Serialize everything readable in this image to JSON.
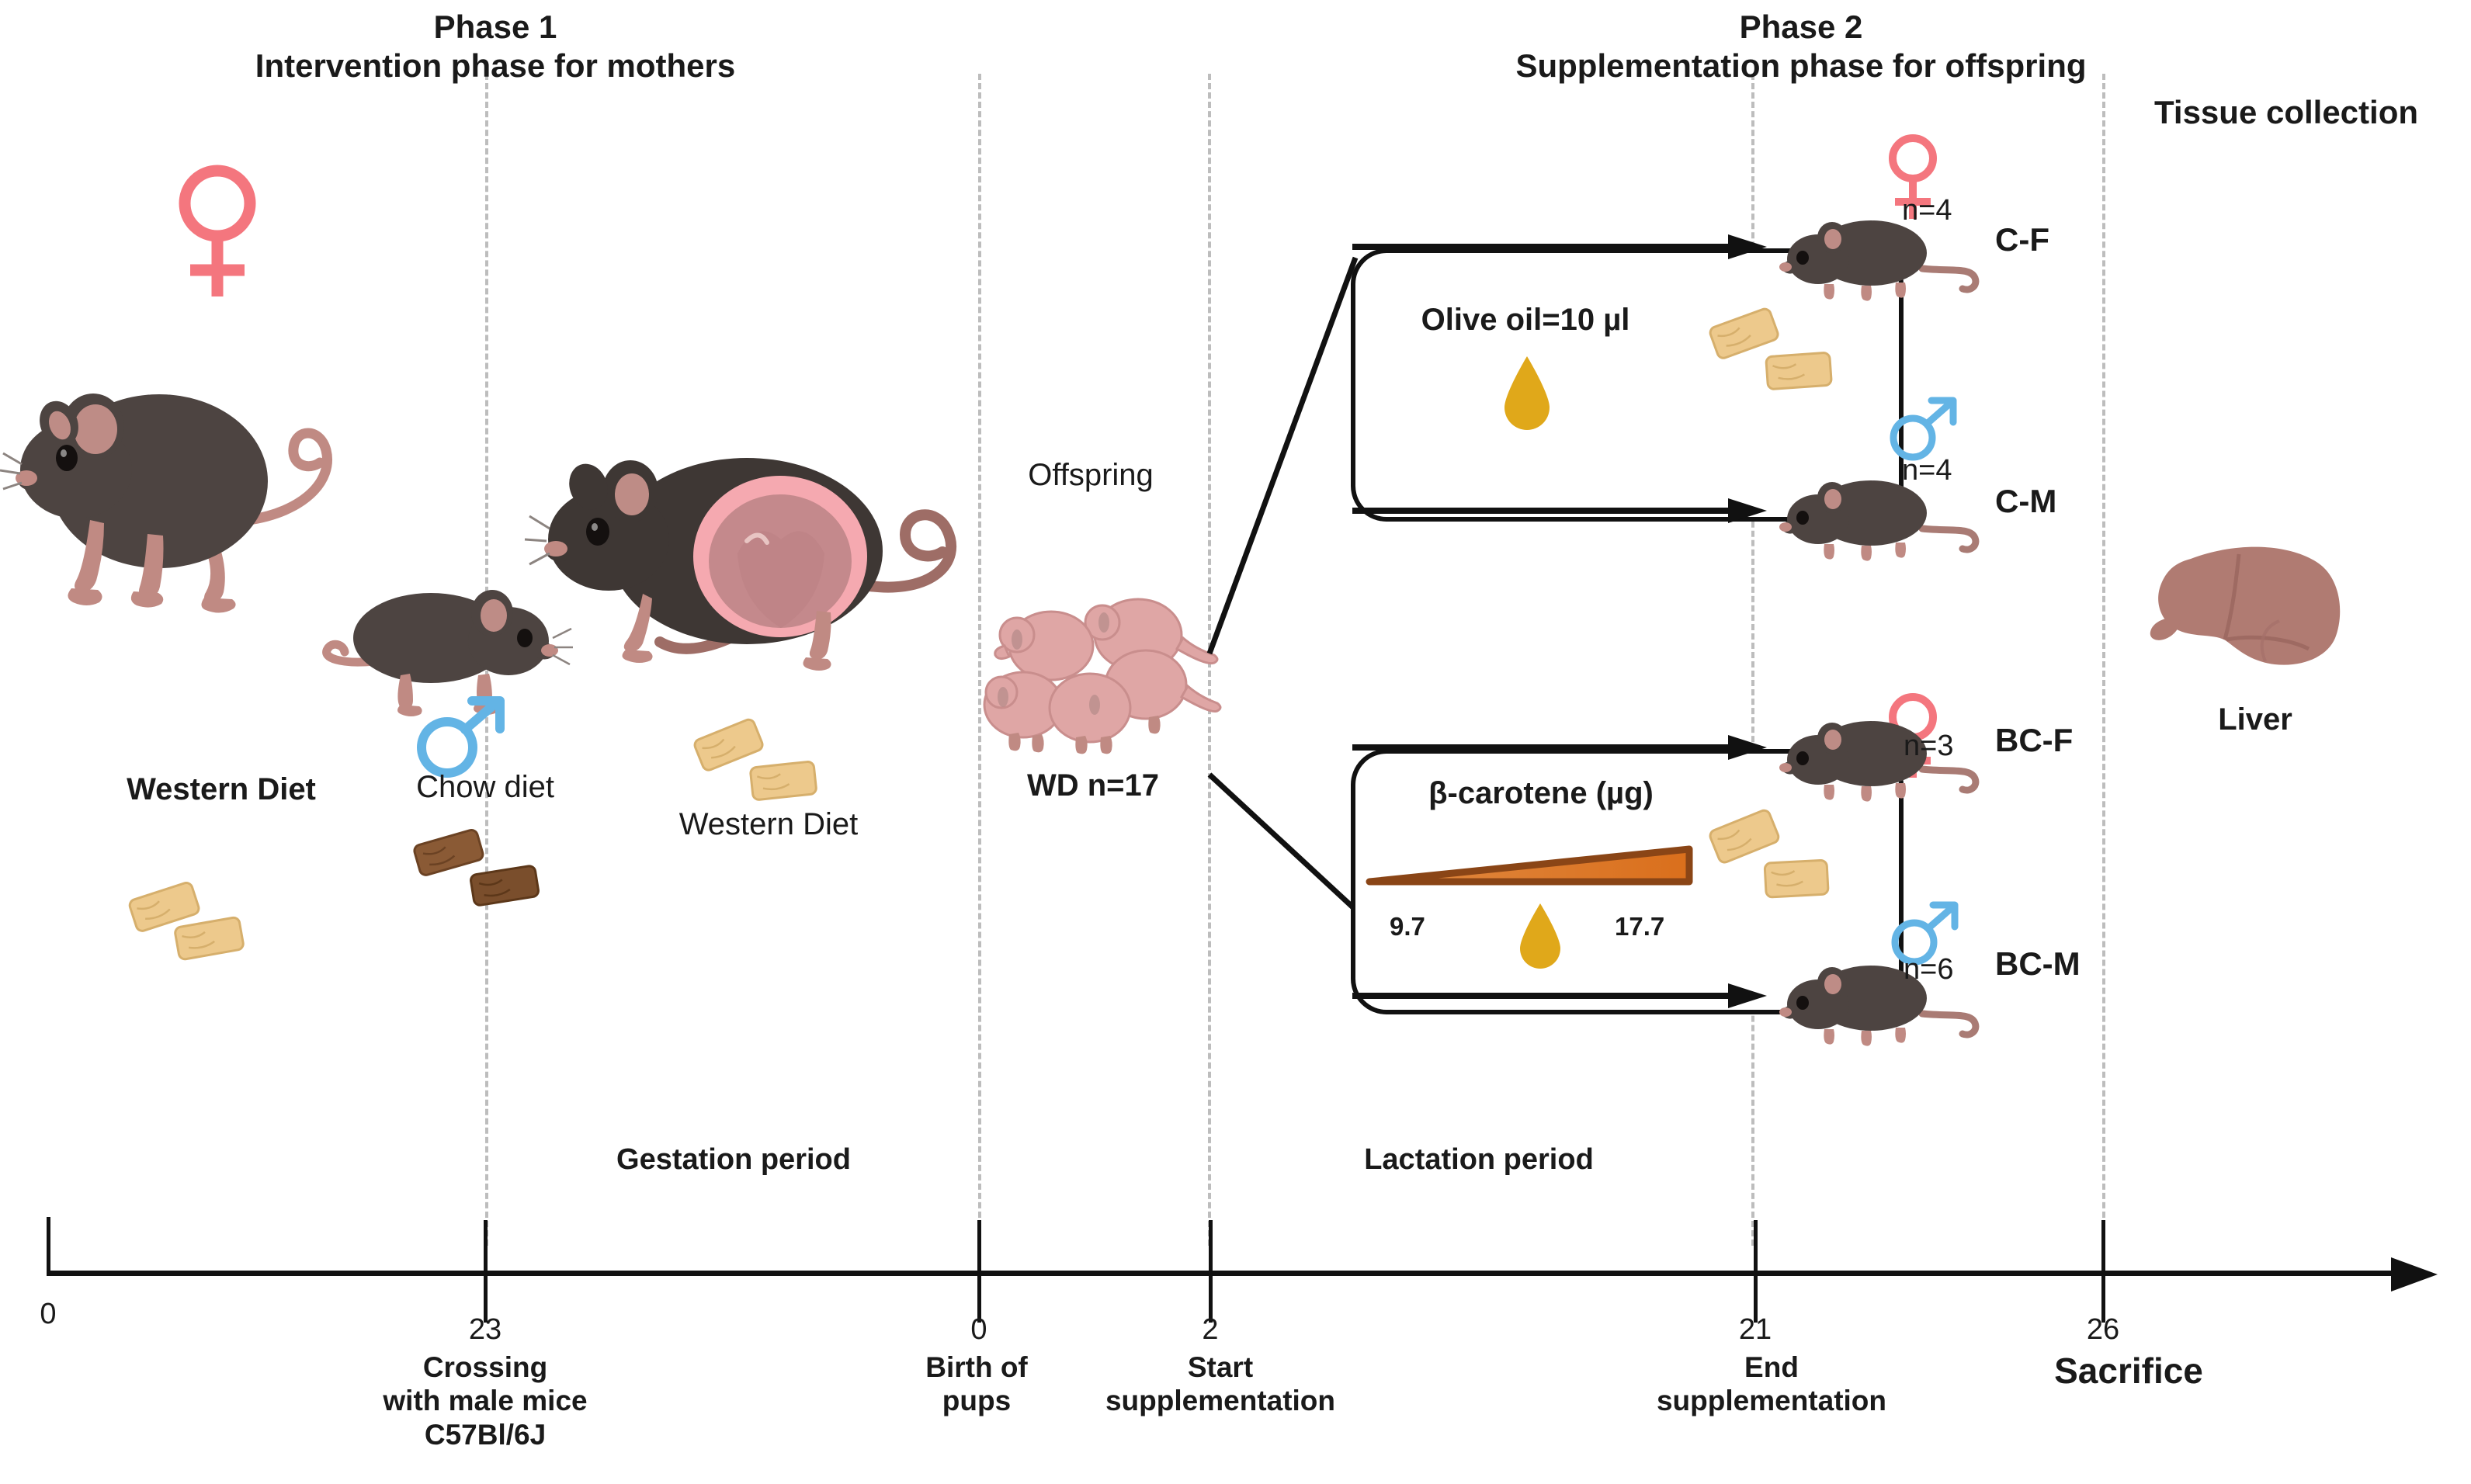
{
  "headers": {
    "phase1": "Phase 1\nIntervention phase for mothers",
    "phase2": "Phase 2\nSupplementation phase for offspring",
    "tissue": "Tissue collection"
  },
  "phase1": {
    "mother_diet_label": "Western Diet",
    "male_diet_label": "Chow diet",
    "pregnant_diet_label": "Western Diet",
    "female_symbol": "female-symbol",
    "male_symbol": "male-symbol",
    "female_color": "#F4767E",
    "male_color": "#63B4E5"
  },
  "offspring": {
    "title": "Offspring",
    "count_label": "WD n=17"
  },
  "treatments": [
    {
      "id": "control",
      "title": "Olive oil=10 µl",
      "icon": "oil-drop-icon",
      "drop_color": "#E0A81A"
    },
    {
      "id": "betacarotene",
      "title": "β-carotene (µg)",
      "icon": "oil-drop-icon",
      "drop_color": "#E0A81A",
      "gradient_low": "9.7",
      "gradient_high": "17.7",
      "wedge_fill": "#E07B2E",
      "wedge_edge": "#8A4516"
    }
  ],
  "groups": [
    {
      "code": "C-F",
      "n": "n=4",
      "sex": "female",
      "sex_symbol": "female-symbol"
    },
    {
      "code": "C-M",
      "n": "n=4",
      "sex": "male",
      "sex_symbol": "male-symbol"
    },
    {
      "code": "BC-F",
      "n": "n=3",
      "sex": "female",
      "sex_symbol": "female-symbol"
    },
    {
      "code": "BC-M",
      "n": "n=6",
      "sex": "male",
      "sex_symbol": "male-symbol"
    }
  ],
  "tissue": {
    "organ_label": "Liver",
    "organ_color": "#B07B72"
  },
  "periods": [
    {
      "label": "Gestation period"
    },
    {
      "label": "Lactation period"
    }
  ],
  "timeline": {
    "ticks": [
      {
        "value": "0",
        "caption": ""
      },
      {
        "value": "23",
        "caption": "Crossing\nwith male mice\nC57Bl/6J"
      },
      {
        "value": "0",
        "caption": "Birth of\npups"
      },
      {
        "value": "2",
        "caption": "Start\nsupplementation"
      },
      {
        "value": "21",
        "caption": "End\nsupplementation"
      },
      {
        "value": "26",
        "caption": "Sacrifice"
      }
    ]
  }
}
